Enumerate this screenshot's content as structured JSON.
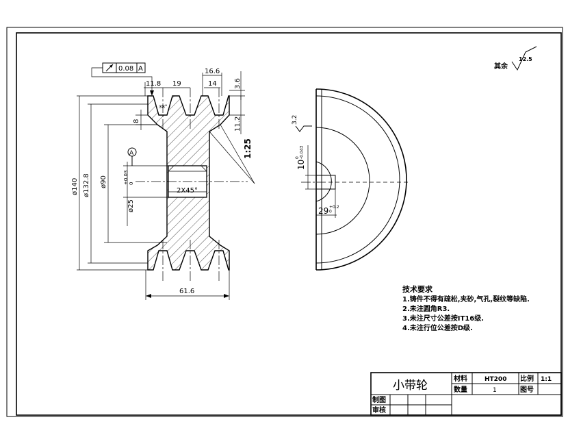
{
  "title_block": {
    "part_name": "小带轮",
    "material_label": "材料",
    "material_value": "HT200",
    "scale_label": "比例",
    "scale_value": "1:1",
    "quantity_label": "数量",
    "quantity_value": "1",
    "drawing_no_label": "图号",
    "drawn_by_label": "制图",
    "checked_by_label": "审核"
  },
  "surface_finish": {
    "other_label": "其余",
    "other_value": "12.5",
    "keyway_value": "3.2"
  },
  "tech_requirements": {
    "heading": "技术要求",
    "items": [
      "1.铸件不得有疏松,夹砂,气孔,裂纹等缺陷.",
      "2.未注圆角R3.",
      "3.未注尺寸公差按IT16级.",
      "4.未注行位公差按D级."
    ]
  },
  "dimensions": {
    "runout_tolerance": "0.08",
    "datum": "A",
    "groove_top_width": "16.6",
    "groove_width": "14",
    "groove_depth": "3.6",
    "groove_pitch": "19",
    "edge_offset": "11.8",
    "groove_total_depth": "11.2",
    "hub_offset": "8",
    "taper": "1:25",
    "outer_dia": "ø140",
    "pitch_dia": "ø132.8",
    "hub_dia": "ø90",
    "bore_dia": "ø25",
    "bore_tol_upper": "+0.03",
    "bore_tol_lower": "0",
    "chamfer": "2X45°",
    "total_width": "61.6",
    "keyway_width": "10",
    "keyway_width_tol": "0\n-0.043",
    "keyway_depth": "29",
    "keyway_depth_tol": "+0.2\n0",
    "groove_angle": "38°"
  }
}
